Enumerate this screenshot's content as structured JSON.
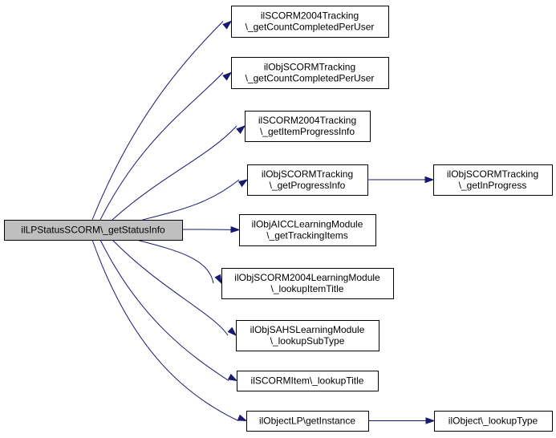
{
  "graph": {
    "edge_color": "#191970",
    "root_fill": "#bfbfbf",
    "nodes": [
      {
        "id": "root",
        "lines": [
          "ilLPStatusSCORM\\_getStatusInfo"
        ],
        "root": true
      },
      {
        "id": "n1",
        "lines": [
          "ilSCORM2004Tracking",
          "\\_getCountCompletedPerUser"
        ]
      },
      {
        "id": "n2",
        "lines": [
          "ilObjSCORMTracking",
          "\\_getCountCompletedPerUser"
        ]
      },
      {
        "id": "n3",
        "lines": [
          "ilSCORM2004Tracking",
          "\\_getItemProgressInfo"
        ]
      },
      {
        "id": "n4",
        "lines": [
          "ilObjSCORMTracking",
          "\\_getProgressInfo"
        ]
      },
      {
        "id": "n5",
        "lines": [
          "ilObjSCORMTracking",
          "\\_getInProgress"
        ]
      },
      {
        "id": "n6",
        "lines": [
          "ilObjAICCLearningModule",
          "\\_getTrackingItems"
        ]
      },
      {
        "id": "n7",
        "lines": [
          "ilObjSCORM2004LearningModule",
          "\\_lookupItemTitle"
        ]
      },
      {
        "id": "n8",
        "lines": [
          "ilObjSAHSLearningModule",
          "\\_lookupSubType"
        ]
      },
      {
        "id": "n9",
        "lines": [
          "ilSCORMItem\\_lookupTitle"
        ]
      },
      {
        "id": "n10",
        "lines": [
          "ilObjectLP\\getInstance"
        ]
      },
      {
        "id": "n11",
        "lines": [
          "ilObject\\_lookupType"
        ]
      }
    ],
    "edges": [
      {
        "from": "root",
        "to": "n1"
      },
      {
        "from": "root",
        "to": "n2"
      },
      {
        "from": "root",
        "to": "n3"
      },
      {
        "from": "root",
        "to": "n4"
      },
      {
        "from": "root",
        "to": "n6"
      },
      {
        "from": "root",
        "to": "n7"
      },
      {
        "from": "root",
        "to": "n8"
      },
      {
        "from": "root",
        "to": "n9"
      },
      {
        "from": "root",
        "to": "n10"
      },
      {
        "from": "n4",
        "to": "n5"
      },
      {
        "from": "n10",
        "to": "n11"
      }
    ]
  }
}
